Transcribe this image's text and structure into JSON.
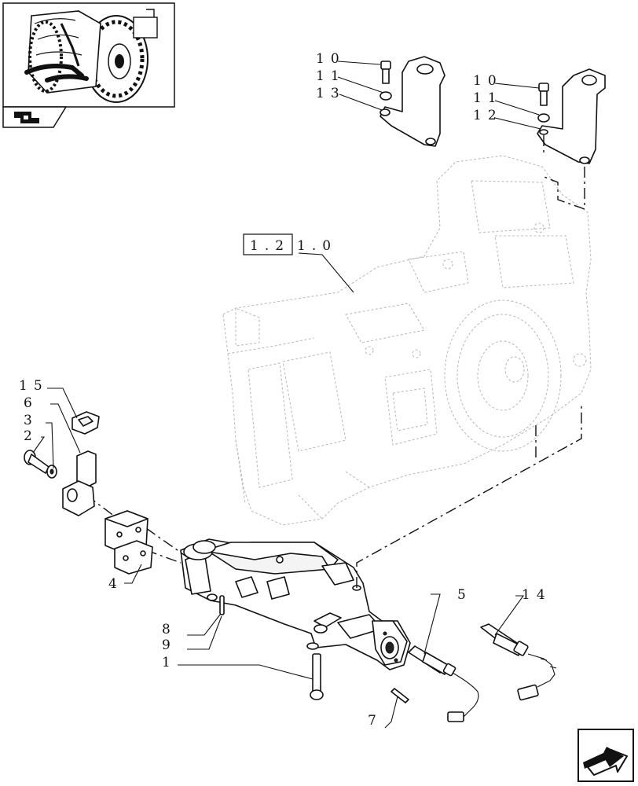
{
  "callouts": {
    "c1": "1",
    "c2": "2",
    "c3": "3",
    "c4": "4",
    "c5": "5",
    "c6": "6",
    "c7": "7",
    "c8": "8",
    "c9": "9",
    "c10a": "10",
    "c11a": "11",
    "c13": "13",
    "c10b": "10",
    "c11b": "11",
    "c12": "12",
    "c14": "14",
    "c15": "15"
  },
  "reference_box": {
    "boxed": "1.2",
    "rest": "1.0"
  },
  "icons": {
    "thumbnail": "tractor-thumbnail-icon",
    "category": "category-badge-icon",
    "navigation": "next-page-arrow-icon"
  }
}
